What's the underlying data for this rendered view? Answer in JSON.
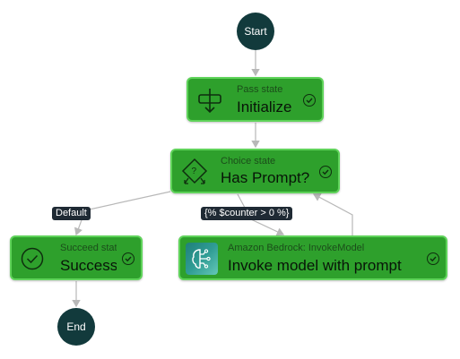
{
  "diagram": {
    "start": {
      "label": "Start"
    },
    "end": {
      "label": "End"
    },
    "states": {
      "pass": {
        "kind": "Pass state",
        "name": "Initialize"
      },
      "choice": {
        "kind": "Choice state",
        "name": "Has Prompt?"
      },
      "succeed": {
        "kind": "Succeed state",
        "name": "Success"
      },
      "invoke": {
        "kind": "Amazon Bedrock: InvokeModel",
        "name": "Invoke model with prompt"
      }
    },
    "edges": {
      "default_label": "Default",
      "counter_label": "{% $counter > 0 %}"
    }
  },
  "colors": {
    "state_fill": "#2ea02c",
    "state_border": "#5fd35a",
    "terminal": "#123a3c",
    "edge": "#b8b8b8",
    "label_bg": "#1f2a34"
  }
}
